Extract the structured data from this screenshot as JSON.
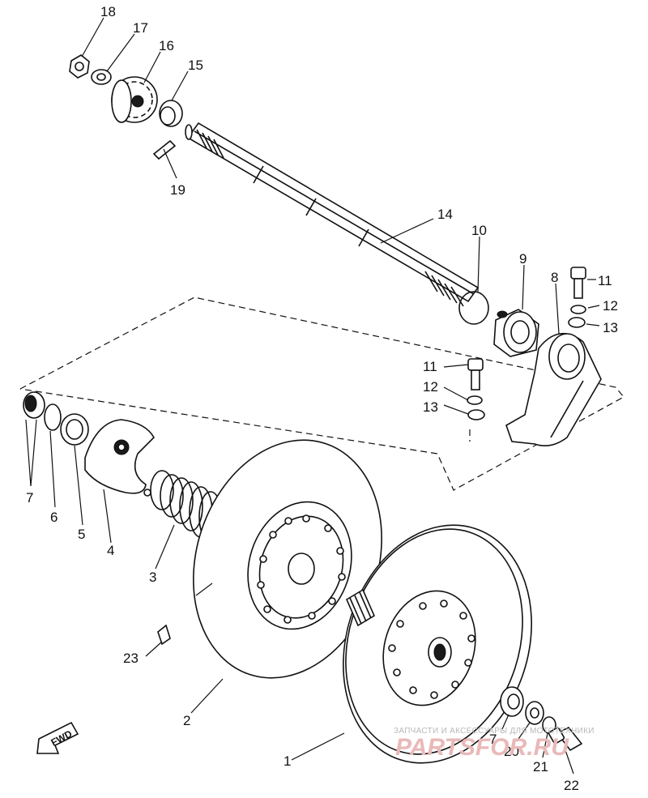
{
  "diagram": {
    "callouts": {
      "c1": "1",
      "c2": "2",
      "c3": "3",
      "c4": "4",
      "c5": "5",
      "c6": "6",
      "c7a": "7",
      "c7b": "7",
      "c8": "8",
      "c9": "9",
      "c10": "10",
      "c11a": "11",
      "c11b": "11",
      "c12a": "12",
      "c12b": "12",
      "c13a": "13",
      "c13b": "13",
      "c14": "14",
      "c15": "15",
      "c16": "16",
      "c17": "17",
      "c18": "18",
      "c19": "19",
      "c20": "20",
      "c21": "21",
      "c22": "22",
      "c23": "23"
    },
    "direction_label": "FWD"
  },
  "watermark": {
    "line1": "ЗАПЧАСТИ И АКСЕССУАРЫ ДЛЯ МОТОТЕХНИКИ",
    "line2": "PARTSFOR.RU"
  }
}
